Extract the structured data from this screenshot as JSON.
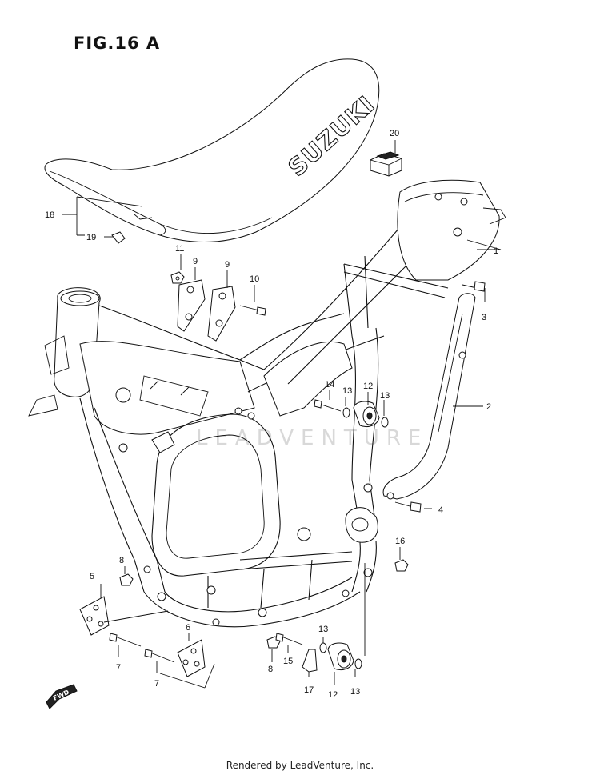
{
  "figure": {
    "title": "FIG.16 A",
    "footer": "Rendered by LeadVenture, Inc.",
    "watermark": "LEADVENTURE",
    "seat_brand": "SUZUKI",
    "fwd_label": "FWD"
  },
  "callouts": {
    "c1": "1",
    "c2": "2",
    "c3": "3",
    "c4": "4",
    "c5": "5",
    "c6": "6",
    "c7a": "7",
    "c7b": "7",
    "c8a": "8",
    "c8b": "8",
    "c9a": "9",
    "c9b": "9",
    "c10": "10",
    "c11": "11",
    "c12a": "12",
    "c12b": "12",
    "c13a": "13",
    "c13b": "13",
    "c13c": "13",
    "c13d": "13",
    "c14": "14",
    "c15": "15",
    "c16": "16",
    "c17": "17",
    "c18": "18",
    "c19": "19",
    "c20": "20"
  }
}
